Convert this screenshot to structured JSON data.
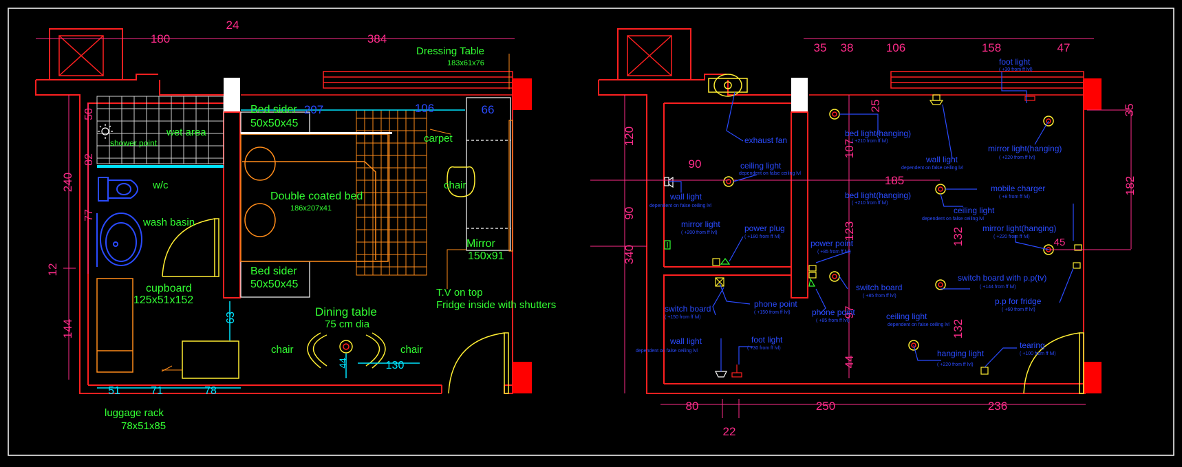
{
  "colors": {
    "wall": "#ff2020",
    "dim_red": "#ff2c8a",
    "dim_cyan": "#00e5ff",
    "label_green": "#33ff33",
    "label_blue": "#2a4bff",
    "furniture": "#ff8c1a",
    "fixture": "#ffee33",
    "white": "#ffffff",
    "grey": "#8a8a8a"
  },
  "left_plan": {
    "dims": {
      "top_180": "180",
      "top_24": "24",
      "top_384": "384",
      "v_240": "240",
      "v_12": "12",
      "v_144": "144",
      "v_50": "50",
      "v_82": "82",
      "v_77": "77",
      "v_63": "63",
      "b_51": "51",
      "b_71": "71",
      "b_78": "78",
      "bed_207": "207",
      "bed_106": "106",
      "bed_66": "66",
      "dia_130": "130",
      "tbl_44": "44"
    },
    "labels": {
      "dressing": "Dressing Table",
      "dressing_size": "183x61x76",
      "bedsider_top": "Bed sider",
      "bedsider_top_size": "50x50x45",
      "bedsider_bot": "Bed sider",
      "bedsider_bot_size": "50x50x45",
      "wet_area": "wet area",
      "shower": "shower point",
      "wc": "w/c",
      "wash_basin": "wash basin",
      "double_bed": "Double coated bed",
      "double_bed_size": "186x207x41",
      "carpet": "carpet",
      "chair": "chair",
      "mirror": "Mirror",
      "mirror_size": "150x91",
      "tv": "T.V on top",
      "fridge": "Fridge inside with shutters",
      "cupboard": "cupboard",
      "cupboard_size": "125x51x152",
      "dining": "Dining table",
      "dining_size": "75 cm dia",
      "chair_l": "chair",
      "chair_r": "chair",
      "luggage": "luggage rack",
      "luggage_size": "78x51x85"
    }
  },
  "right_plan": {
    "dims": {
      "t35": "35",
      "t38": "38",
      "t106": "106",
      "t158": "158",
      "t47": "47",
      "r35": "35",
      "r182": "182",
      "r45": "45",
      "v120": "120",
      "v90": "90",
      "v340": "340",
      "h90": "90",
      "h185": "185",
      "v25": "25",
      "v107": "107",
      "v123": "123",
      "v132a": "132",
      "v97": "97",
      "v132b": "132",
      "v44": "44",
      "b80": "80",
      "b250": "250",
      "b236": "236",
      "b22": "22"
    },
    "labels": {
      "exhaust": "exhaust fan",
      "bed_light": "bed light(hanging)",
      "bed_light_note": "( +210 from ff lvl)",
      "foot_light_top": "foot light",
      "foot_light_top_note": "( +30 from ff lvl)",
      "wall_light_top": "wall light",
      "wall_light_top_note": "dependent on false ceiling lvl",
      "mirror_light_top": "mirror light(hanging)",
      "mirror_light_top_note": "( +220 from ff lvl)",
      "ceiling_light_l": "ceiling light",
      "ceiling_light_l_note": "dependent on false ceiling lvl",
      "wall_light_l": "wall light",
      "wall_light_l_note": "dependent on false ceiling lvl",
      "bed_light2": "bed light(hanging)",
      "bed_light2_note": "( +210 from ff lvl)",
      "ceiling_light_m": "ceiling light",
      "ceiling_light_m_note": "dependent on false ceiling lvl",
      "mobile_charger": "mobile charger",
      "mobile_charger_note": "( +8 from ff lvl)",
      "mirror_light_l": "mirror light",
      "mirror_light_l_note": "( +200 from ff lvl)",
      "power_plug": "power plug",
      "power_plug_note": "( +180 from ff lvl)",
      "power_point": "power point",
      "power_point_note": "( +85 from ff lvl)",
      "mirror_light_r": "mirror light(hanging)",
      "mirror_light_r_note": "( +220 from ff lvl)",
      "switch_board_m": "switch board",
      "switch_board_m_note": "( +85 from ff lvl)",
      "switch_board_pp": "switch board with p.p(tv)",
      "switch_board_pp_note": "( +144 from ff lvl)",
      "switch_board_l": "switch board",
      "switch_board_l_note": "( +150 from ff lvl)",
      "phone_point_l": "phone point",
      "phone_point_l_note": "( +150 from ff lvl)",
      "phone_point_m": "phone point",
      "phone_point_m_note": "( +85 from ff lvl)",
      "pp_fridge": "p.p for fridge",
      "pp_fridge_note": "( +60 from ff lvl)",
      "ceiling_light_b": "ceiling light",
      "ceiling_light_b_note": "dependent on false ceiling lvl",
      "wall_light_b": "wall light",
      "wall_light_b_note": "dependent on false ceiling lvl",
      "foot_light_b": "foot light",
      "foot_light_b_note": "( +30 from ff lvl)",
      "hanging_light": "hanging light",
      "hanging_light_note": "( +220 from ff lvl)",
      "tearing": "tearing",
      "tearing_note": "( +100 from ff lvl)"
    }
  }
}
